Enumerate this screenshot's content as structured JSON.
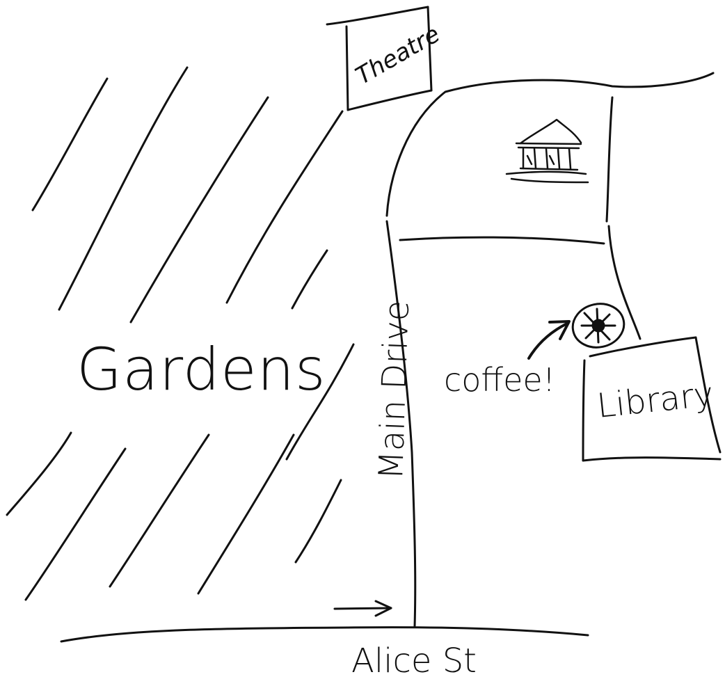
{
  "map": {
    "labels": {
      "gardens": "Gardens",
      "theatre": "Theatre",
      "library": "Library",
      "coffee": "coffee!",
      "main_drive": "Main Drive",
      "alice_st": "Alice St"
    },
    "icons": {
      "museum": "museum-icon",
      "coffee": "coffee-icon",
      "entrance_arrow": "arrow-right-icon"
    },
    "colors": {
      "ink": "#111111",
      "background": "#ffffff"
    }
  }
}
